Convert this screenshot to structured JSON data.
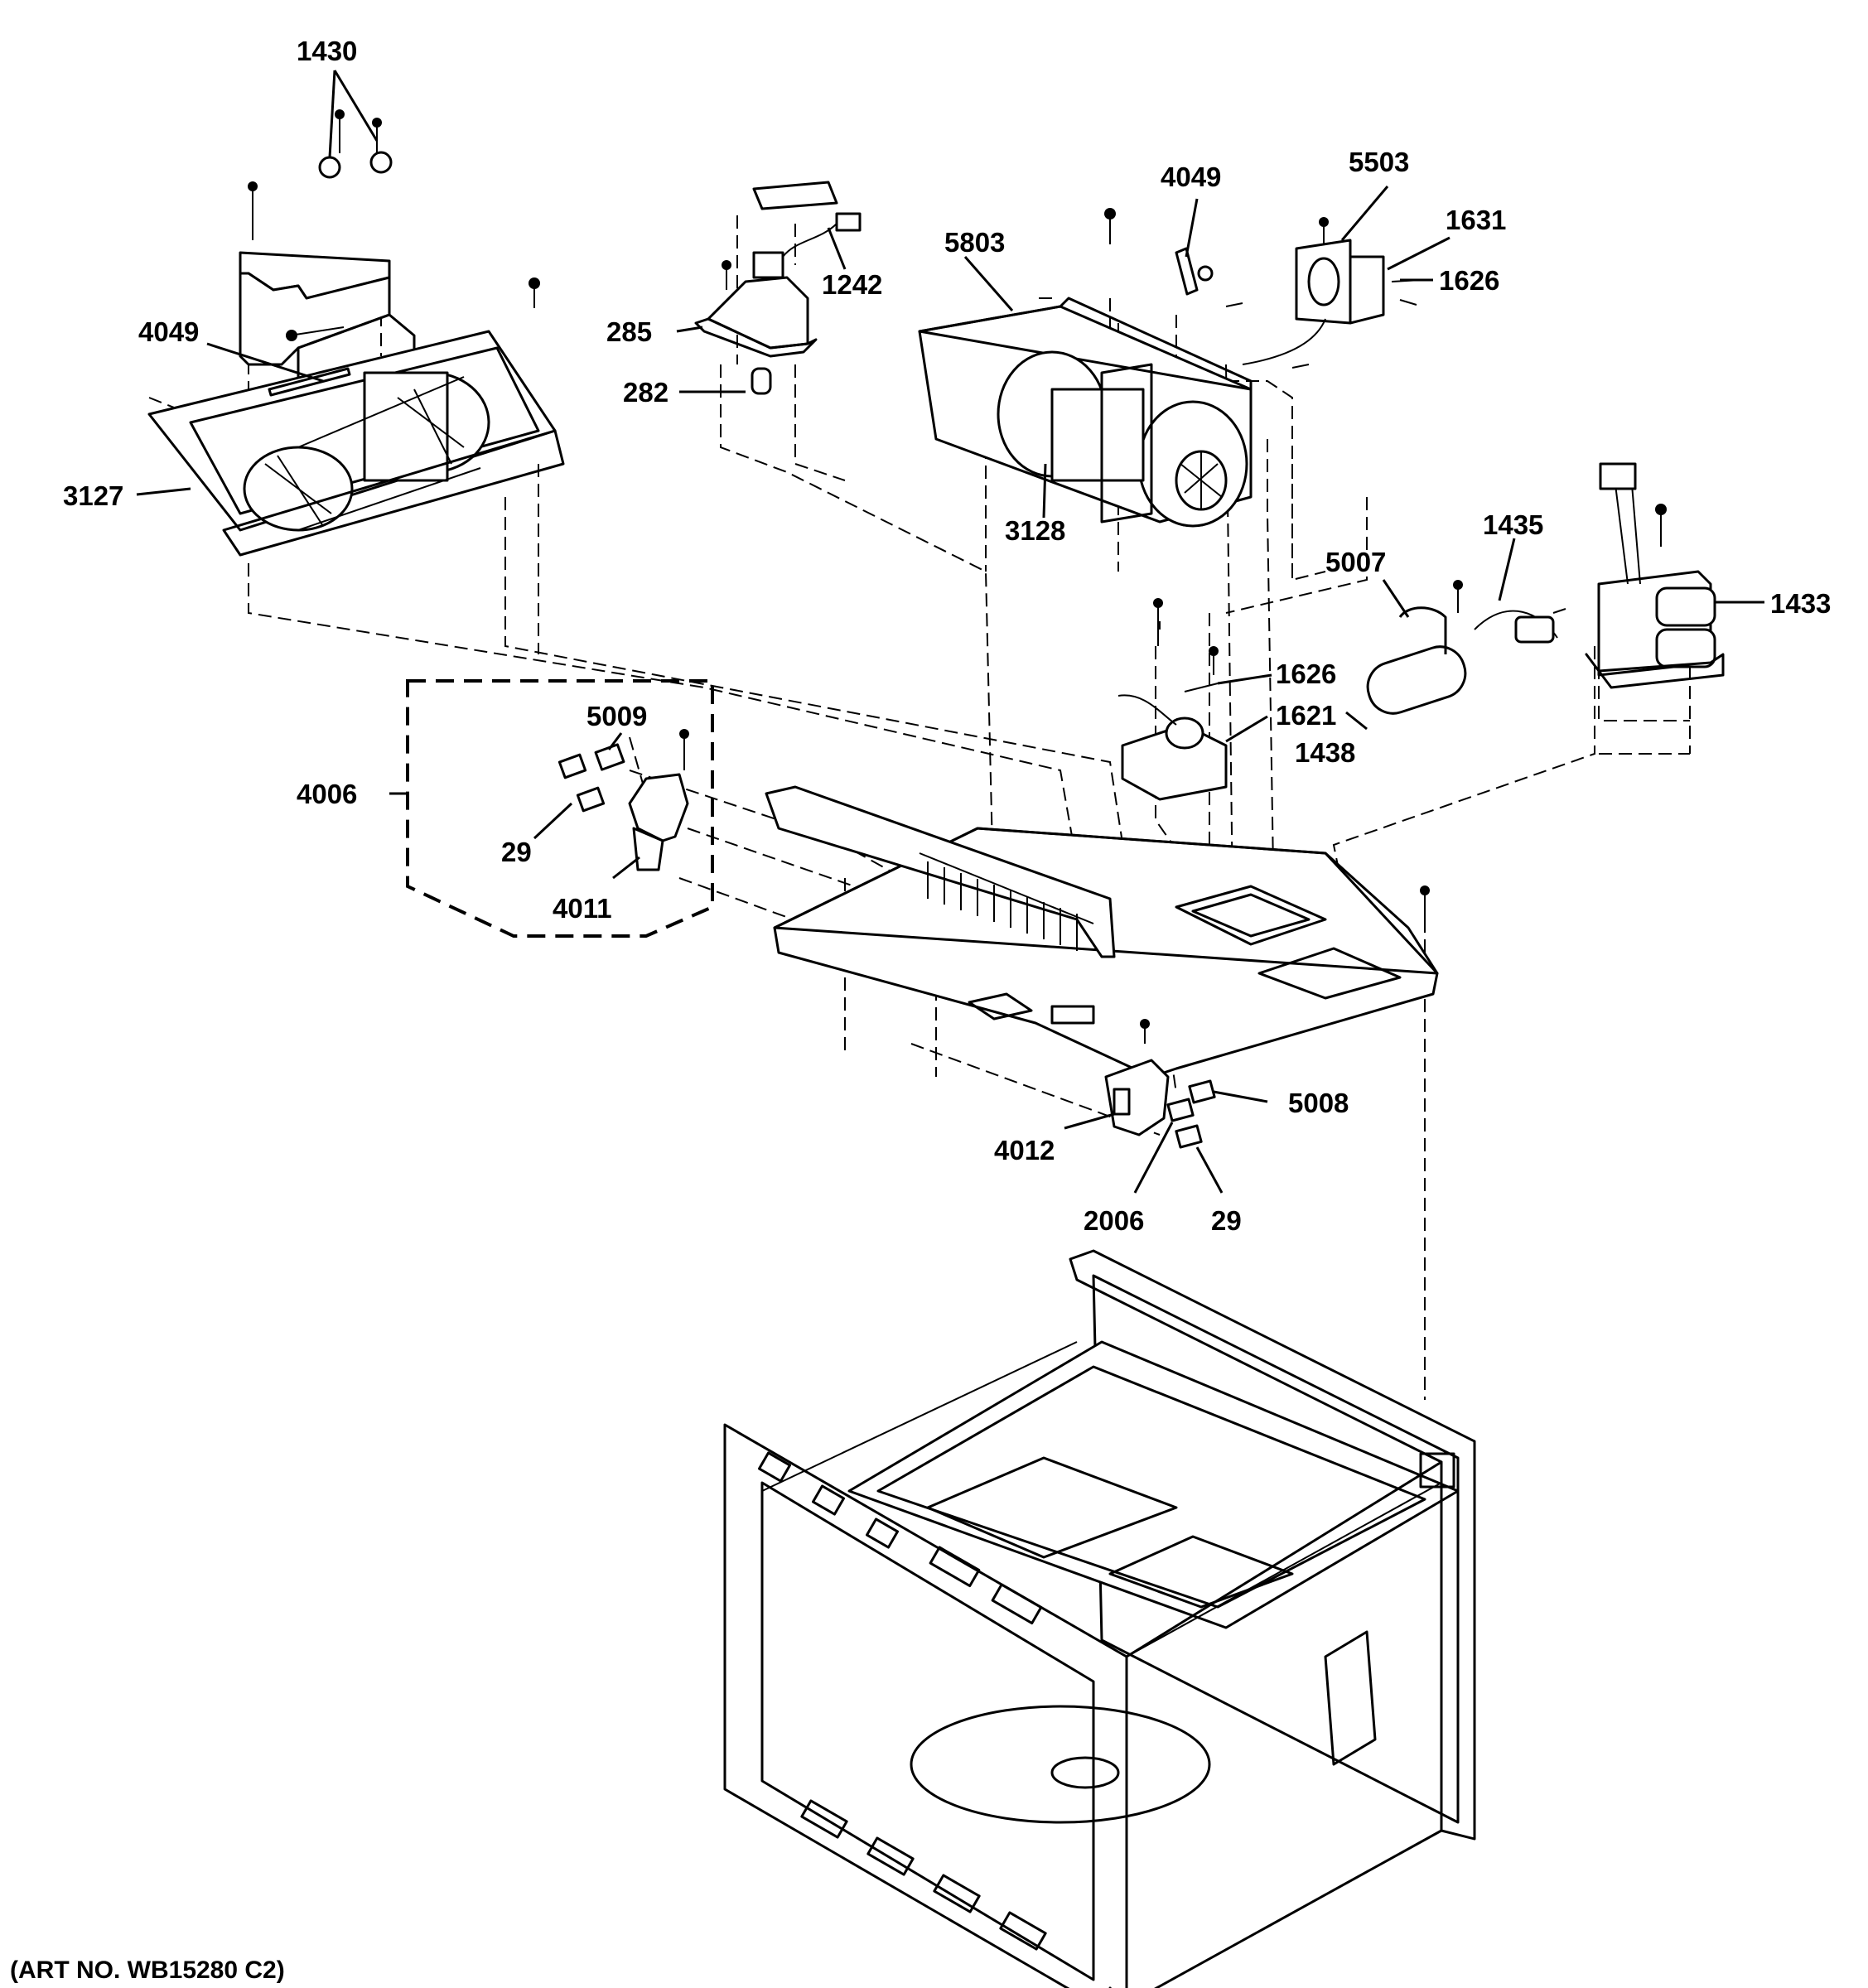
{
  "art_number": "(ART NO. WB15280 C2)",
  "callouts": {
    "c1430": "1430",
    "c4049_left": "4049",
    "c3127": "3127",
    "c285": "285",
    "c1242": "1242",
    "c282": "282",
    "c4049_right": "4049",
    "c5803": "5803",
    "c5503": "5503",
    "c1631": "1631",
    "c1626_top": "1626",
    "c3128": "3128",
    "c1435": "1435",
    "c5007": "5007",
    "c1433": "1433",
    "c1626_mid": "1626",
    "c1621": "1621",
    "c1438": "1438",
    "c5009": "5009",
    "c4006": "4006",
    "c29_left": "29",
    "c4011": "4011",
    "c5008": "5008",
    "c4012": "4012",
    "c2006": "2006",
    "c29_right": "29"
  }
}
